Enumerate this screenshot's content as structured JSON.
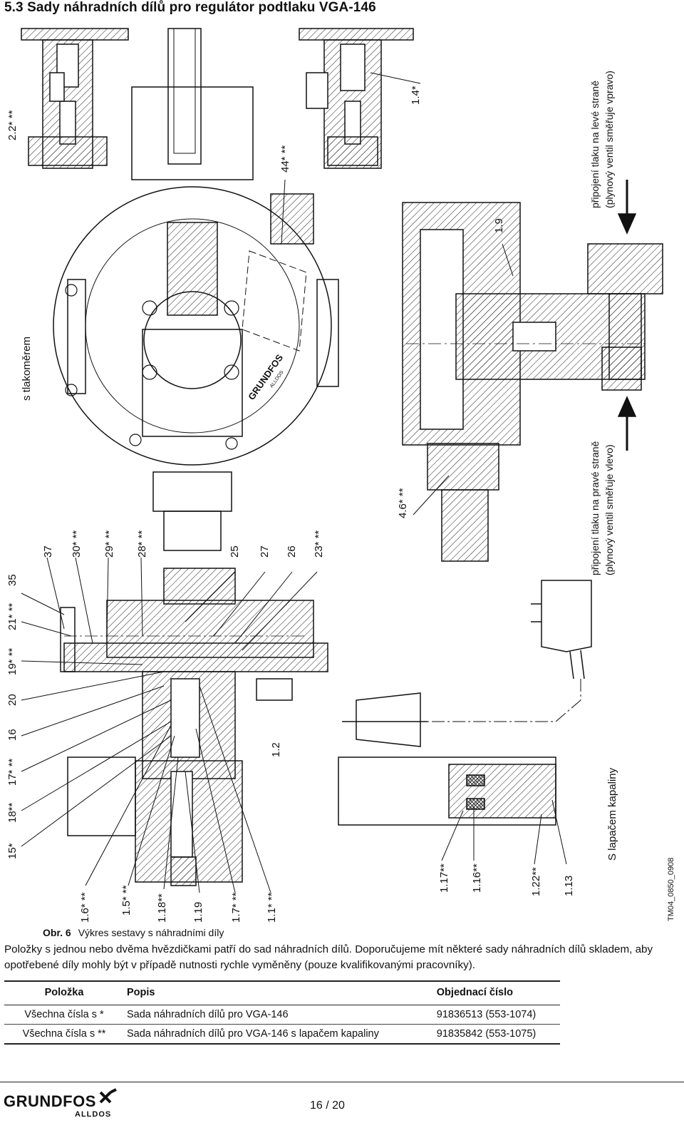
{
  "page": {
    "title": "5.3 Sady náhradních dílů pro regulátor podtlaku VGA-146"
  },
  "drawing": {
    "labels_upper": [
      {
        "id": "l22",
        "text": "2.2* **"
      },
      {
        "id": "lstlak",
        "text": "s tlakoměrem"
      },
      {
        "id": "l14",
        "text": "1.4*"
      },
      {
        "id": "l44",
        "text": "44* **"
      },
      {
        "id": "l19",
        "text": "1.9"
      },
      {
        "id": "lleft1",
        "text": "připojení tlaku na levé straně"
      },
      {
        "id": "lleft2",
        "text": "(plynový ventil směřuje vpravo)"
      },
      {
        "id": "lright1",
        "text": "připojení tlaku na pravé straně"
      },
      {
        "id": "lright2",
        "text": "(plynový ventil směřuje vlevo)"
      },
      {
        "id": "l46",
        "text": "4.6* **"
      }
    ],
    "labels_middle": [
      {
        "id": "l37",
        "text": "37"
      },
      {
        "id": "l30",
        "text": "30* **"
      },
      {
        "id": "l29",
        "text": "29* **"
      },
      {
        "id": "l28",
        "text": "28* **"
      },
      {
        "id": "l25",
        "text": "25"
      },
      {
        "id": "l27",
        "text": "27"
      },
      {
        "id": "l26",
        "text": "26"
      },
      {
        "id": "l23",
        "text": "23* **"
      },
      {
        "id": "l12",
        "text": "1.2"
      }
    ],
    "labels_left": [
      {
        "id": "l35",
        "text": "35"
      },
      {
        "id": "l21",
        "text": "21* **"
      },
      {
        "id": "l19s",
        "text": "19* **"
      },
      {
        "id": "l20",
        "text": "20"
      },
      {
        "id": "l16",
        "text": "16"
      },
      {
        "id": "l17",
        "text": "17* **"
      },
      {
        "id": "l18",
        "text": "18**"
      },
      {
        "id": "l15",
        "text": "15*"
      }
    ],
    "labels_bottom": [
      {
        "id": "l16s",
        "text": "1.6* **"
      },
      {
        "id": "l15s",
        "text": "1.5* **"
      },
      {
        "id": "l118",
        "text": "1.18**"
      },
      {
        "id": "l119",
        "text": "1.19"
      },
      {
        "id": "l17s",
        "text": "1.7* **"
      },
      {
        "id": "l11",
        "text": "1.1* **"
      },
      {
        "id": "l117",
        "text": "1.17**"
      },
      {
        "id": "l116",
        "text": "1.16**"
      },
      {
        "id": "l122",
        "text": "1.22**"
      },
      {
        "id": "l113",
        "text": "1.13"
      },
      {
        "id": "lkapal",
        "text": "S lapačem kapaliny"
      },
      {
        "id": "ltm",
        "text": "TM04_0850_0908"
      }
    ],
    "nameplate": "GRUNDFOS",
    "nameplate_sub": "ALLDOS"
  },
  "caption": {
    "prefix": "Obr. 6",
    "text": "Výkres sestavy s náhradními díly"
  },
  "paragraph": "Položky s jednou nebo dvěma hvězdičkami patří do sad náhradních dílů. Doporučujeme mít některé sady náhradních dílů skladem, aby opotřebené díly mohly být v případě nutnosti rychle vyměněny (pouze kvalifikovanými pracovníky).",
  "table": {
    "headers": [
      "Položka",
      "Popis",
      "Objednací číslo"
    ],
    "rows": [
      [
        "Všechna čísla s *",
        "Sada náhradních dílů pro VGA-146",
        "91836513 (553-1074)"
      ],
      [
        "Všechna čísla s **",
        "Sada náhradních dílů pro VGA-146 s lapačem kapaliny",
        "91835842 (553-1075)"
      ]
    ]
  },
  "footer": {
    "logo_text": "GRUNDFOS",
    "logo_sub": "ALLDOS",
    "page_number": "16 / 20"
  }
}
